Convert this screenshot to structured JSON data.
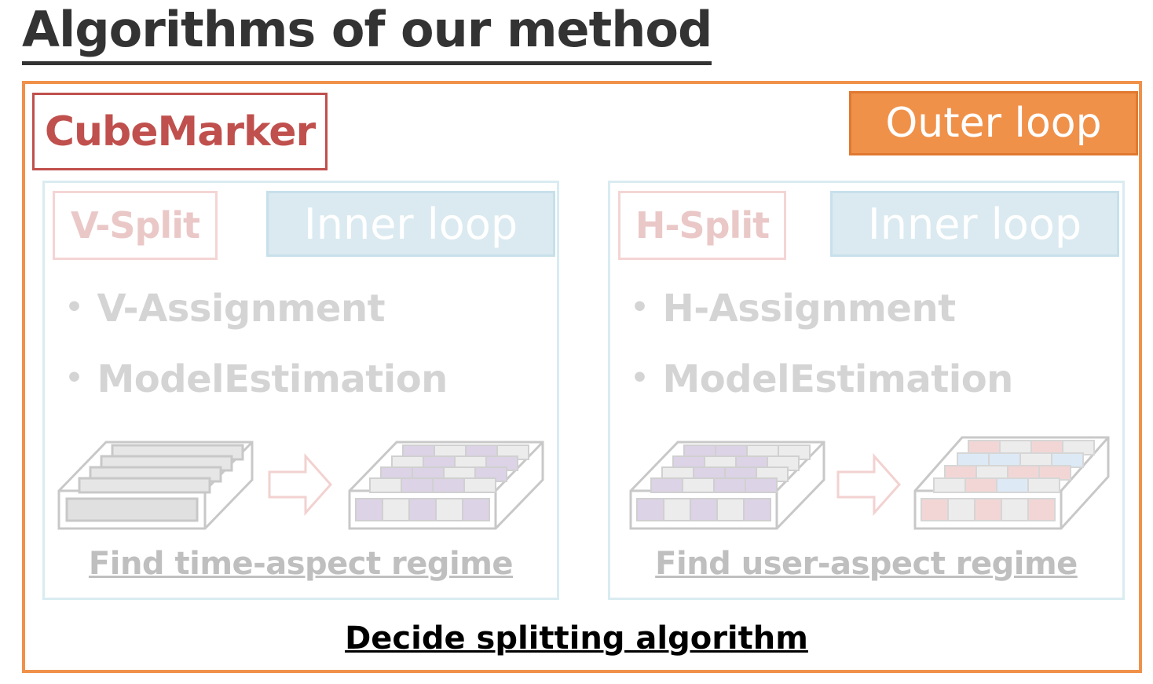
{
  "title": "Algorithms of our method",
  "cubemarker": "CubeMarker",
  "outer_loop": "Outer loop",
  "left_panel": {
    "split": "V-Split",
    "inner_loop": "Inner loop",
    "bullets": [
      "V-Assignment",
      "ModelEstimation"
    ],
    "find": "Find time-aspect regime"
  },
  "right_panel": {
    "split": "H-Split",
    "inner_loop": "Inner loop",
    "bullets": [
      "H-Assignment",
      "ModelEstimation"
    ],
    "find": "Find user-aspect regime"
  },
  "decide": "Decide splitting algorithm",
  "colors": {
    "outer": "#f0914a",
    "cubemarker": "#c0504d",
    "inner_fill": "#daeaf0",
    "faded_gray": "#d4d4d4",
    "purple_cell": "#dcd3e6",
    "pink_cell": "#f2d6d5",
    "blue_cell": "#dde9f5"
  },
  "bullet_icon": "bullet-dot"
}
